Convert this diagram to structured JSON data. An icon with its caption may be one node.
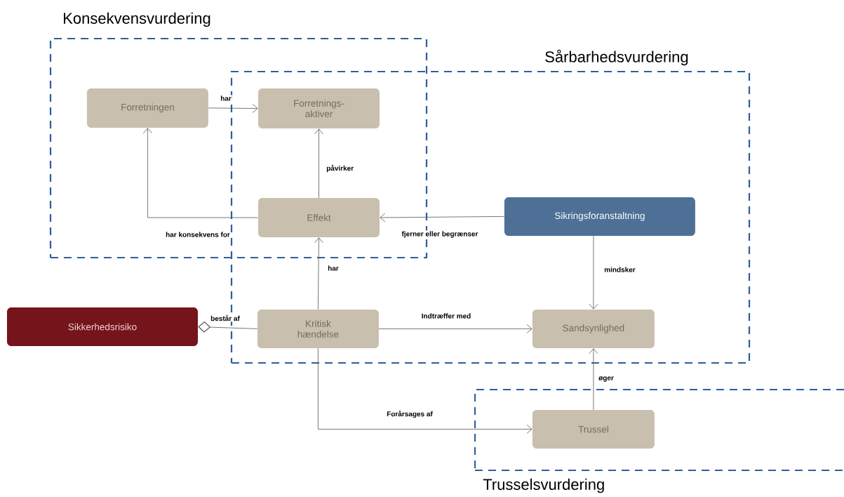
{
  "diagram": {
    "nodes": [
      {
        "text": [
          "Konsekvensvurdering"
        ]
      },
      {
        "text": [
          "Sårbarhedsvurdering"
        ]
      },
      {
        "text": [
          "Trusselsvurdering"
        ]
      },
      {
        "text": [
          "Forretningen"
        ],
        "in": 0
      },
      {
        "text": [
          "Forretnings- aktiver"
        ]
      },
      {
        "text": [
          "Effekt"
        ]
      },
      {
        "text": [
          "Sikringsforanstaltning"
        ],
        "in": 1
      },
      {
        "text": [
          "Sikkerhedsrisiko"
        ]
      },
      {
        "text": [
          "Kritisk hændelse"
        ],
        "in": 1
      },
      {
        "text": [
          "Sandsynlighed"
        ],
        "in": 1
      },
      {
        "text": [
          "Trussel"
        ],
        "in": 2
      }
    ],
    "edges": [
      {
        "from": 3,
        "to": 4,
        "arrow": "to",
        "label": "har"
      },
      {
        "from": 5,
        "to": 3,
        "arrow": "to",
        "label": "har konsekvens for"
      },
      {
        "from": 5,
        "to": 4,
        "arrow": "to",
        "label": "påvirker"
      },
      {
        "from": 6,
        "to": 5,
        "arrow": "to",
        "label": "fjerner eller begrænser"
      },
      {
        "from": 8,
        "to": 5,
        "arrow": "to",
        "label": "har"
      },
      {
        "from": 7,
        "to": 8,
        "arrow": "other",
        "label": "består af"
      },
      {
        "from": 8,
        "to": 9,
        "arrow": "to",
        "label": "Indtræffer med"
      },
      {
        "from": 8,
        "to": 10,
        "arrow": "to",
        "label": "Forårsages af"
      },
      {
        "from": 6,
        "to": 9,
        "arrow": "to",
        "label": "mindsker"
      },
      {
        "from": 10,
        "to": 9,
        "arrow": "to",
        "label": "øger"
      }
    ]
  }
}
